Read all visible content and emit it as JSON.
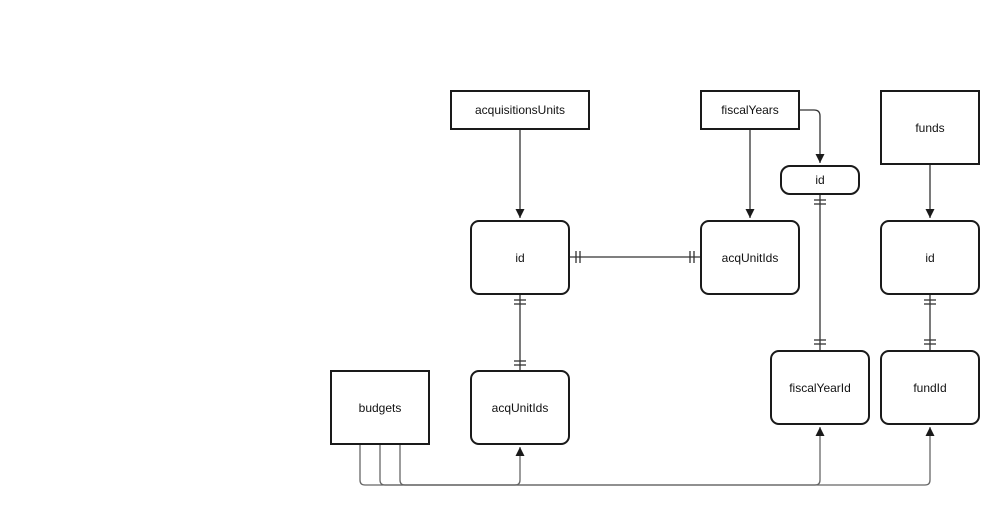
{
  "diagram": {
    "nodes": {
      "acquisitions_units": {
        "label": "acquisitionsUnits"
      },
      "fiscal_years": {
        "label": "fiscalYears"
      },
      "funds": {
        "label": "funds"
      },
      "fy_id": {
        "label": "id"
      },
      "au_id": {
        "label": "id"
      },
      "fy_acq_unit_ids": {
        "label": "acqUnitIds"
      },
      "fund_id": {
        "label": "id"
      },
      "budgets": {
        "label": "budgets"
      },
      "budget_acq_unit_ids": {
        "label": "acqUnitIds"
      },
      "fiscal_year_id": {
        "label": "fiscalYearId"
      },
      "fund_id_ref": {
        "label": "fundId"
      }
    }
  }
}
